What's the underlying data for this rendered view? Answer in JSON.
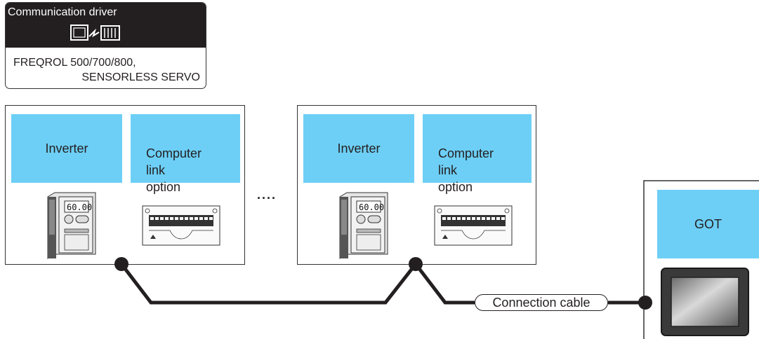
{
  "driver": {
    "title": "Communication driver",
    "icon": "serial-communication-icon",
    "model_line1": "FREQROL 500/700/800,",
    "model_line2": "SENSORLESS SERVO"
  },
  "stations": [
    {
      "inverter_label": "Inverter",
      "option_label": "Computer\nlink\noption"
    },
    {
      "inverter_label": "Inverter",
      "option_label": "Computer\nlink\noption"
    }
  ],
  "ellipsis": "....",
  "got": {
    "label": "GOT"
  },
  "cable": {
    "label": "Connection cable"
  },
  "colors": {
    "accent_blue": "#6dcff6",
    "line": "#231f20",
    "header": "#231f20"
  }
}
